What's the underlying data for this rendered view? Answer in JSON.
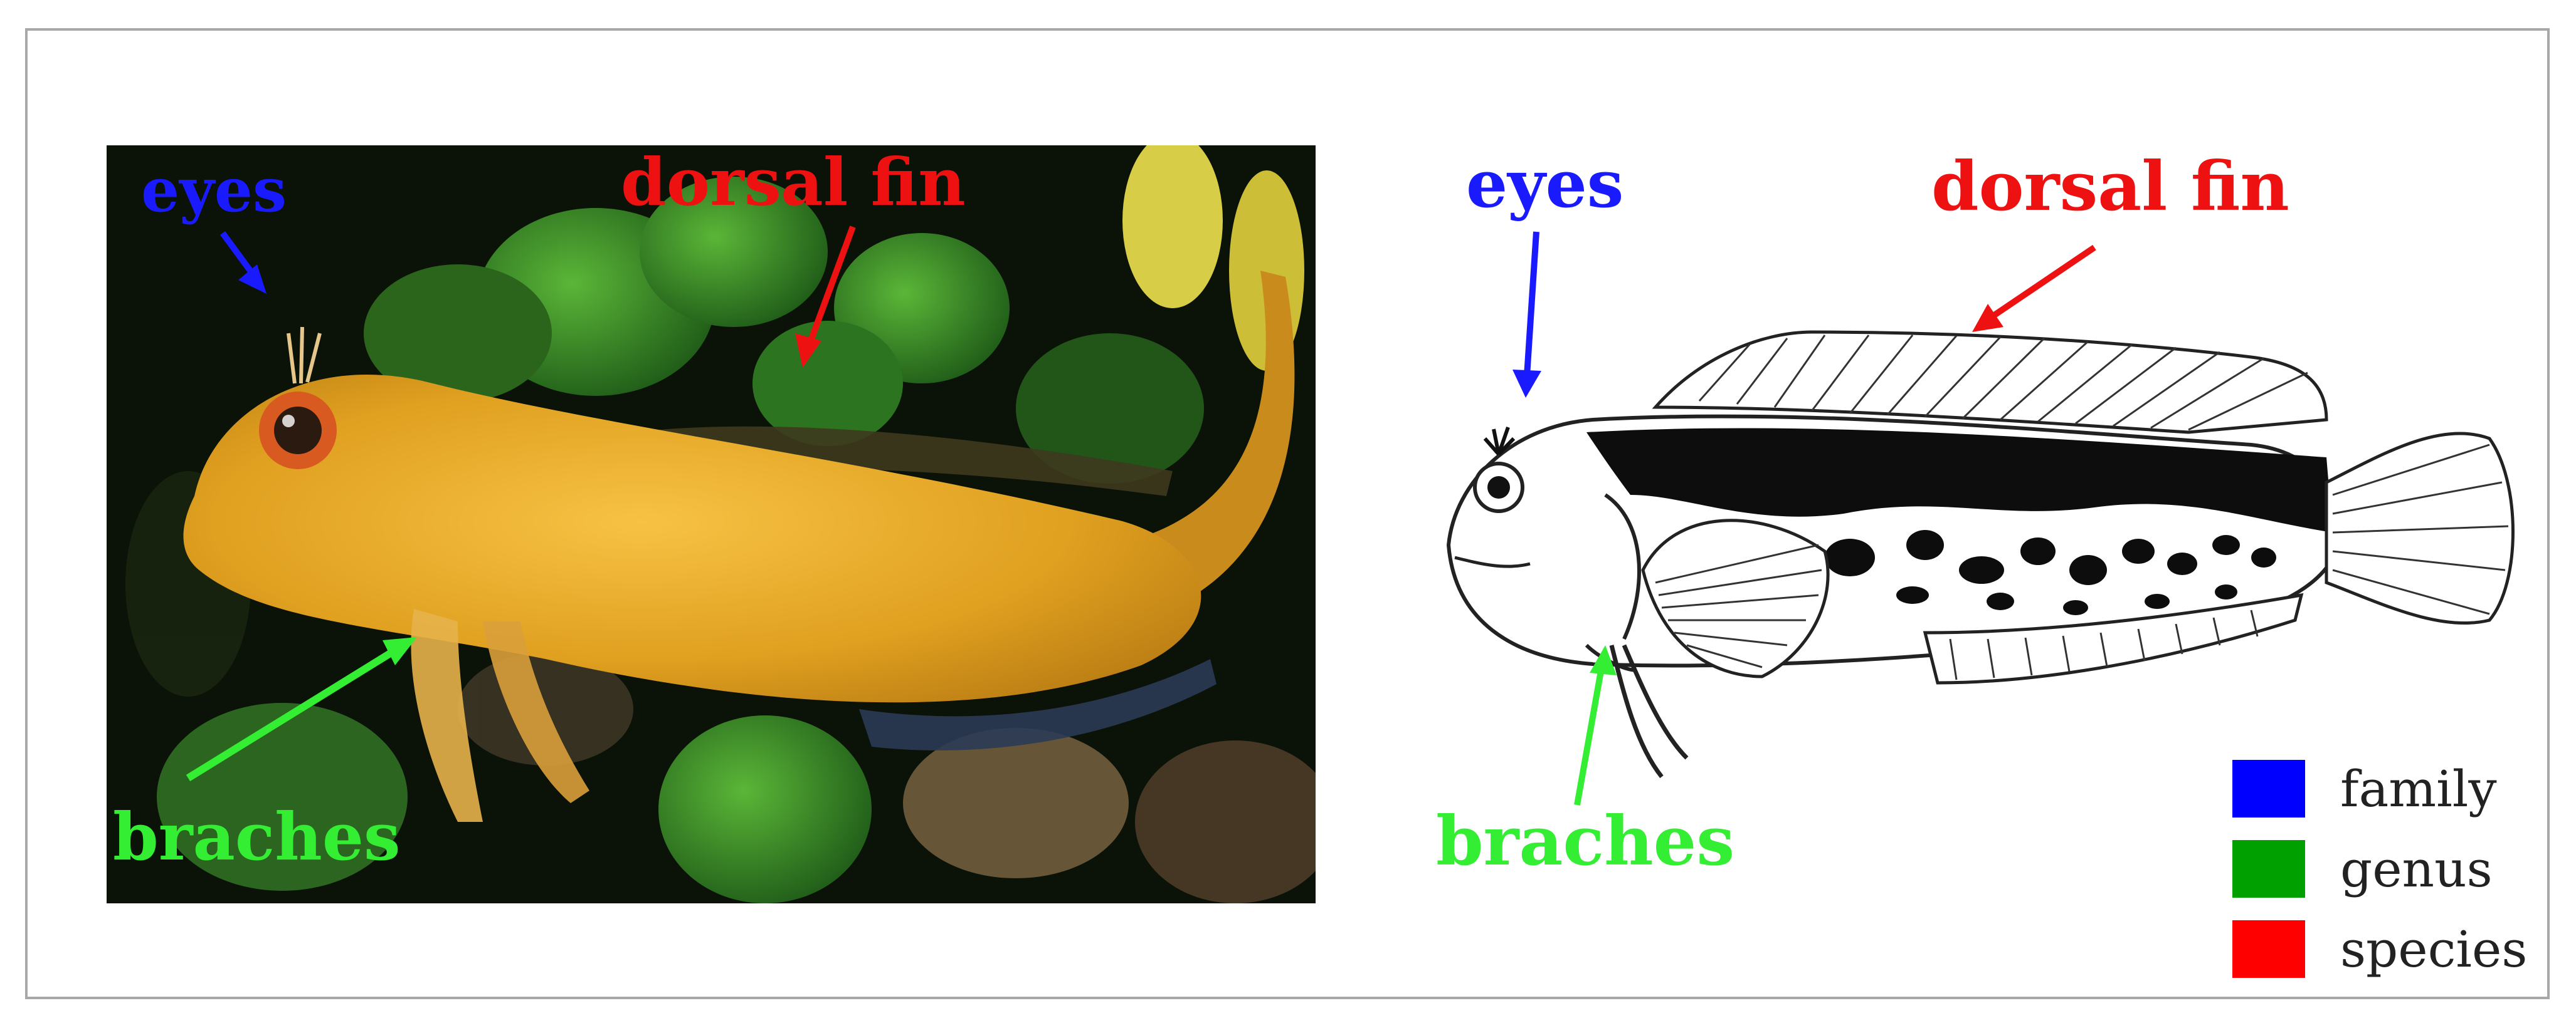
{
  "photo_labels": {
    "eyes": "eyes",
    "dorsal_fin": "dorsal fin",
    "braches": "braches"
  },
  "drawing_labels": {
    "eyes": "eyes",
    "dorsal_fin": "dorsal fin",
    "braches": "braches"
  },
  "legend": {
    "items": [
      {
        "label": "family",
        "color": "#0000ff"
      },
      {
        "label": "genus",
        "color": "#00a000"
      },
      {
        "label": "species",
        "color": "#ff0000"
      }
    ]
  },
  "colors": {
    "eyes": "#1a1aff",
    "dorsal_fin": "#ee1111",
    "braches": "#33ee33",
    "frame": "#a8a8a8"
  }
}
